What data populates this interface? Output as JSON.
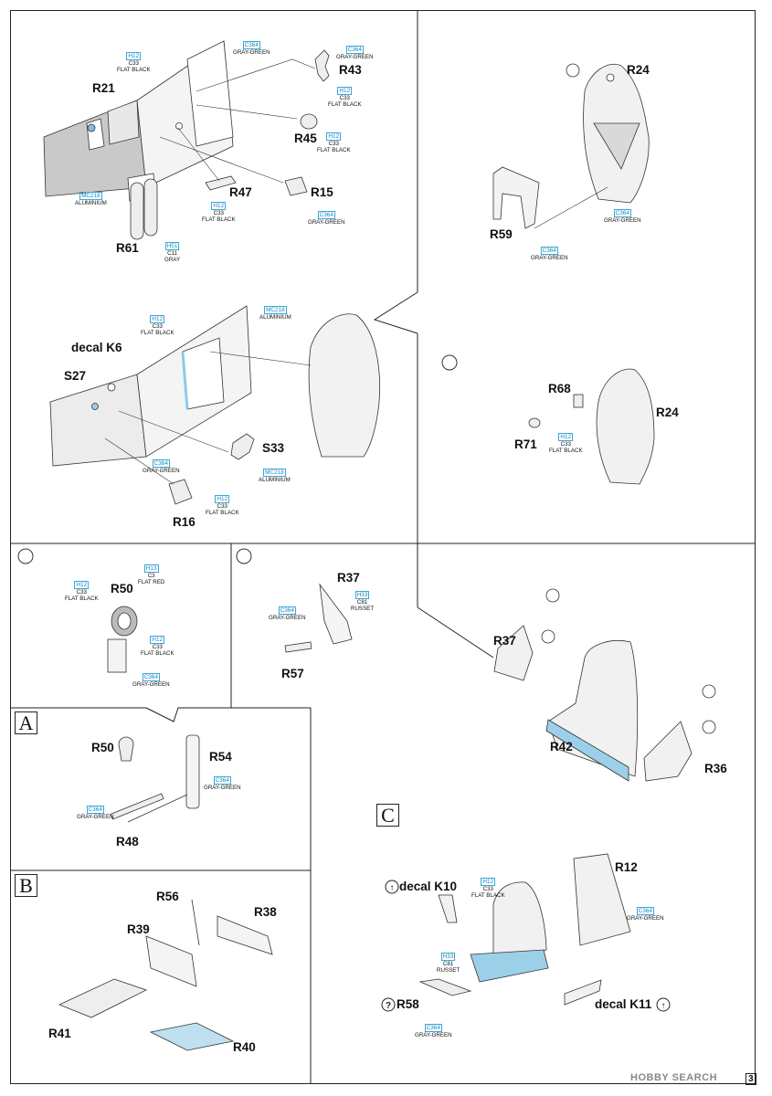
{
  "parts": {
    "r21": "R21",
    "r43": "R43",
    "r45": "R45",
    "r47": "R47",
    "r15": "R15",
    "r61": "R61",
    "r24a": "R24",
    "r59": "R59",
    "decal_k6": "decal K6",
    "s27": "S27",
    "s33": "S33",
    "r16": "R16",
    "r68": "R68",
    "r71": "R71",
    "r24b": "R24",
    "r50a": "R50",
    "r37a": "R37",
    "r57": "R57",
    "r37b": "R37",
    "r42": "R42",
    "r36": "R36",
    "r50b": "R50",
    "r54": "R54",
    "r48": "R48",
    "r12": "R12",
    "decal_k10": "decal K10",
    "r58": "R58",
    "decal_k11": "decal K11",
    "r56": "R56",
    "r38": "R38",
    "r39": "R39",
    "r41": "R41",
    "r40": "R40"
  },
  "colors": {
    "h12_c33": {
      "code1": "H12",
      "code2": "C33",
      "name": "FLAT BLACK"
    },
    "c364": {
      "code": "C364",
      "name": "GRAY-GREEN"
    },
    "mc218": {
      "code": "MC218",
      "name": "ALUMINIUM"
    },
    "h51_c11": {
      "code1": "H51",
      "code2": "C11",
      "name": "GRAY"
    },
    "h13_c3": {
      "code1": "H13",
      "code2": "C3",
      "name": "FLAT RED"
    },
    "h33_c81": {
      "code1": "H33",
      "code2": "C81",
      "name": "RUSSET"
    }
  },
  "sections": {
    "a": "A",
    "b": "B",
    "c": "C"
  },
  "page_number": "3",
  "watermark": "HOBBY SEARCH"
}
